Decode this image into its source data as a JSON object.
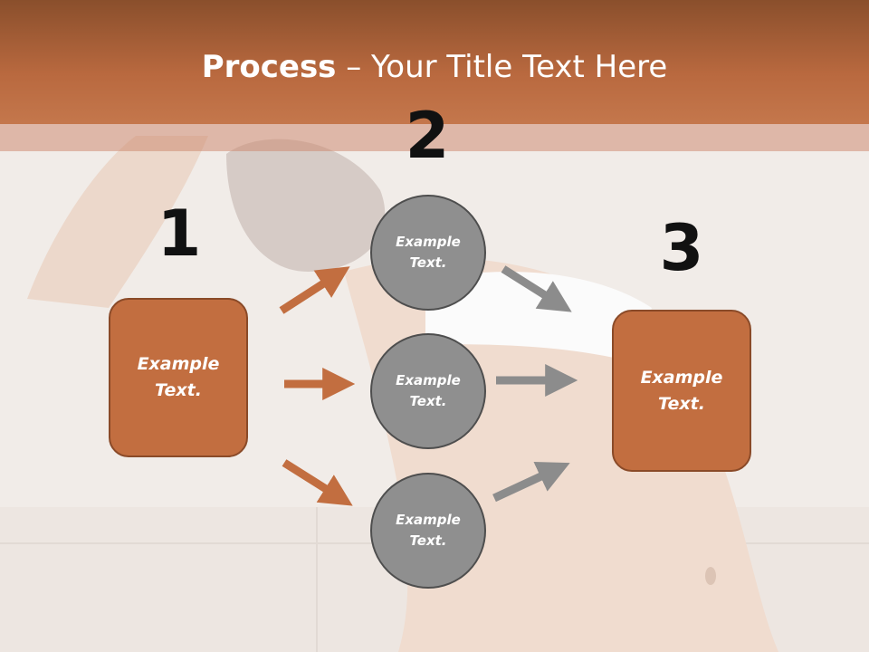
{
  "slide": {
    "title_bold": "Process",
    "title_rest": " – Your Title Text Here"
  },
  "steps": {
    "one": "1",
    "two": "2",
    "three": "3"
  },
  "nodes": {
    "left_box": "Example\nText.",
    "circle_top": "Example\nText.",
    "circle_middle": "Example\nText.",
    "circle_bottom": "Example\nText.",
    "right_box": "Example\nText."
  },
  "colors": {
    "header": "#b9693f",
    "box_fill": "#c26e40",
    "circle_fill": "#8f8f8f",
    "arrow_orange": "#c26e40",
    "arrow_gray": "#8c8c8c"
  }
}
